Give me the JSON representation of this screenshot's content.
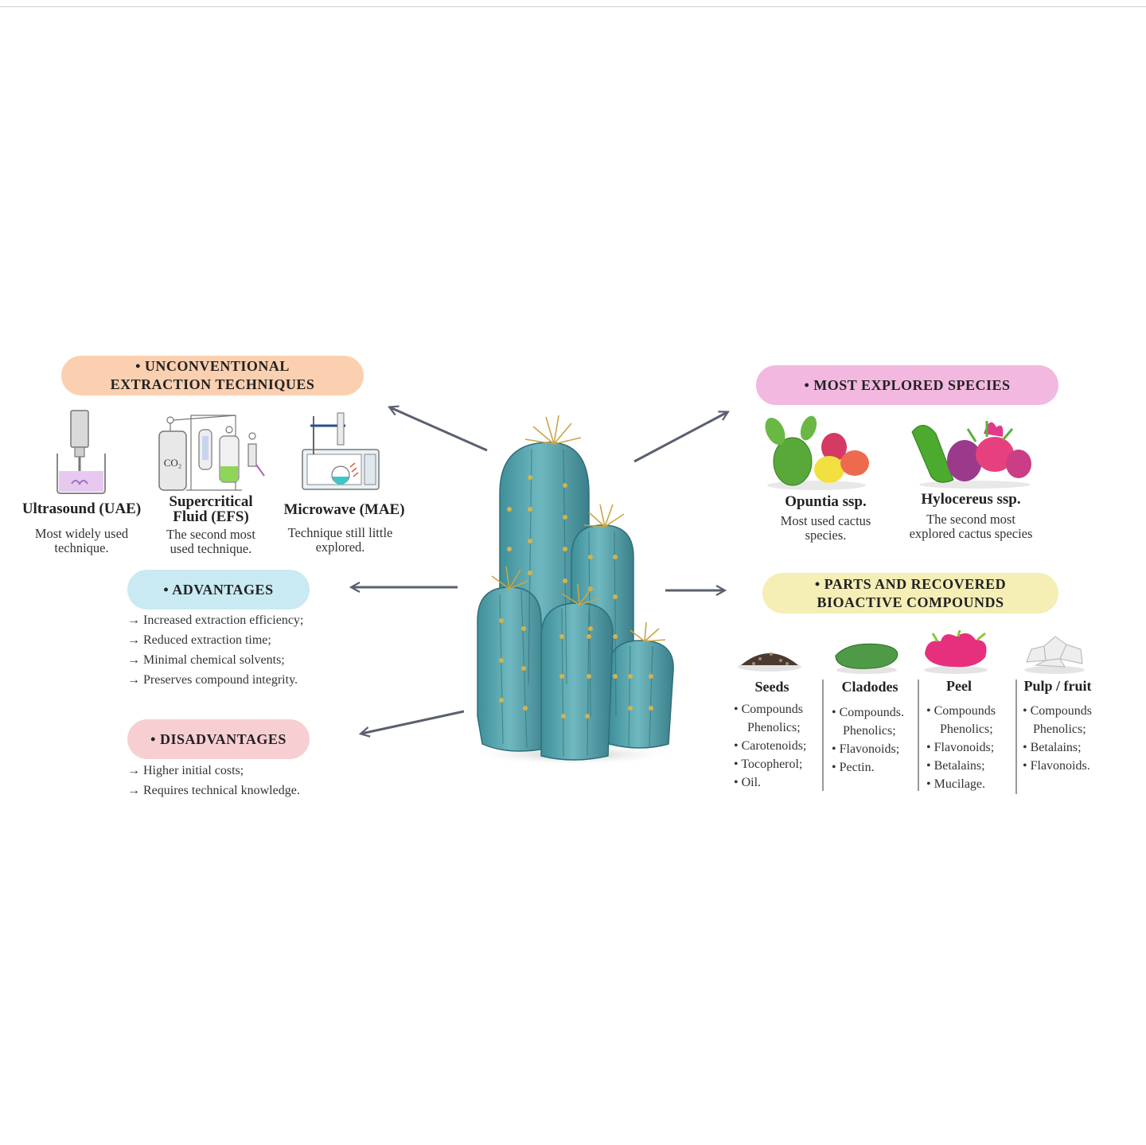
{
  "extraction": {
    "header_line1": "• UNCONVENTIONAL",
    "header_line2": "EXTRACTION TECHNIQUES",
    "colors": {
      "header_bg": "#fbd0b0"
    },
    "techniques": [
      {
        "name": "Ultrasound (UAE)",
        "desc1": "Most widely used",
        "desc2": "technique."
      },
      {
        "name1": "Supercritical",
        "name2": "Fluid (EFS)",
        "desc1": "The second most",
        "desc2": "used technique."
      },
      {
        "name": "Microwave (MAE)",
        "desc1": "Technique still little",
        "desc2": "explored."
      }
    ],
    "co2_label": "CO₂"
  },
  "advantages": {
    "header": "• ADVANTAGES",
    "color": "#c9eaf2",
    "items": [
      "Increased extraction efficiency;",
      "Reduced extraction time;",
      "Minimal chemical solvents;",
      "Preserves compound integrity."
    ]
  },
  "disadvantages": {
    "header": "• DISADVANTAGES",
    "color": "#f7cfd3",
    "items": [
      "Higher initial costs;",
      "Requires technical knowledge."
    ]
  },
  "species": {
    "header": "• MOST EXPLORED SPECIES",
    "color": "#f2b8e0",
    "items": [
      {
        "name": "Opuntia ssp.",
        "desc1": "Most used cactus",
        "desc2": "species."
      },
      {
        "name": "Hylocereus ssp.",
        "desc1": "The second most",
        "desc2": "explored cactus species"
      }
    ]
  },
  "parts": {
    "header_line1": "• PARTS AND RECOVERED",
    "header_line2": "BIOACTIVE COMPOUNDS",
    "color": "#f5eeb5",
    "columns": [
      {
        "title": "Seeds",
        "items": [
          "• Compounds",
          "Phenolics;",
          "• Carotenoids;",
          "• Tocopherol;",
          "• Oil."
        ]
      },
      {
        "title": "Cladodes",
        "items": [
          "• Compounds.",
          "Phenolics;",
          "• Flavonoids;",
          "• Pectin."
        ]
      },
      {
        "title": "Peel",
        "items": [
          "• Compounds",
          "Phenolics;",
          "• Flavonoids;",
          "• Betalains;",
          "• Mucilage."
        ]
      },
      {
        "title": "Pulp / fruit",
        "items": [
          "• Compounds",
          "Phenolics;",
          "• Betalains;",
          "• Flavonoids."
        ]
      }
    ]
  },
  "icons": {
    "center": "cactus-illustration",
    "arrows": "arrow-icon",
    "ultrasound": "ultrasound-device-icon",
    "supercritical": "supercritical-apparatus-icon",
    "microwave": "microwave-oven-icon",
    "opuntia": "opuntia-fruit-icon",
    "hylocereus": "dragon-fruit-icon",
    "seeds": "seeds-icon",
    "cladode": "cladode-icon",
    "peel": "peel-icon",
    "pulp": "pulp-icon"
  }
}
